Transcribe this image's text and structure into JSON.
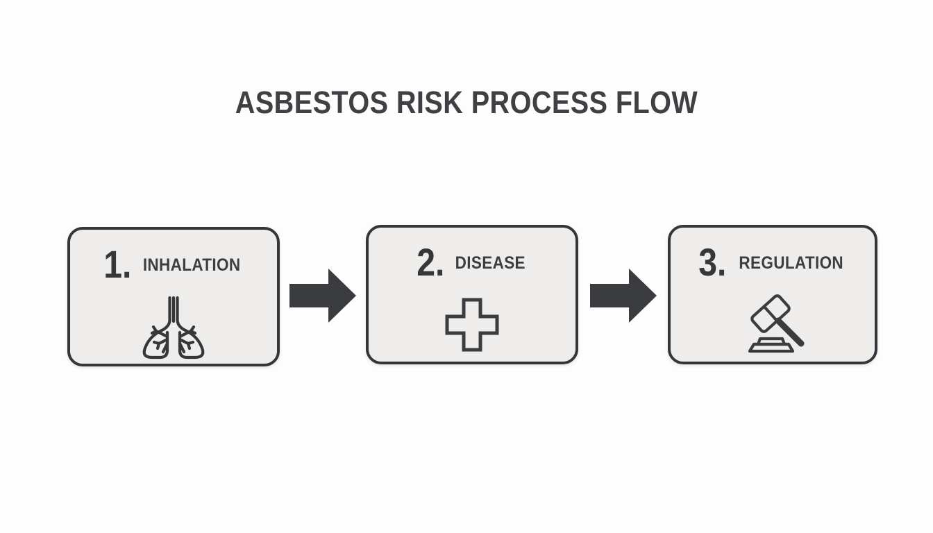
{
  "diagram": {
    "title": "ASBESTOS RISK PROCESS FLOW",
    "background_color": "#fdfdfd",
    "accent_color": "#343639",
    "card_fill_color": "#eeedec",
    "text_color": "#3b3d40",
    "steps": [
      {
        "number": "1.",
        "label": "INHALATION",
        "icon": "lungs-icon"
      },
      {
        "number": "2.",
        "label": "DISEASE",
        "icon": "medical-cross-icon"
      },
      {
        "number": "3.",
        "label": "REGULATION",
        "icon": "gavel-icon"
      }
    ],
    "connectors": [
      {
        "icon": "arrow-right-icon",
        "from": "1.",
        "to": "2."
      },
      {
        "icon": "arrow-right-icon",
        "from": "2.",
        "to": "3."
      }
    ]
  }
}
